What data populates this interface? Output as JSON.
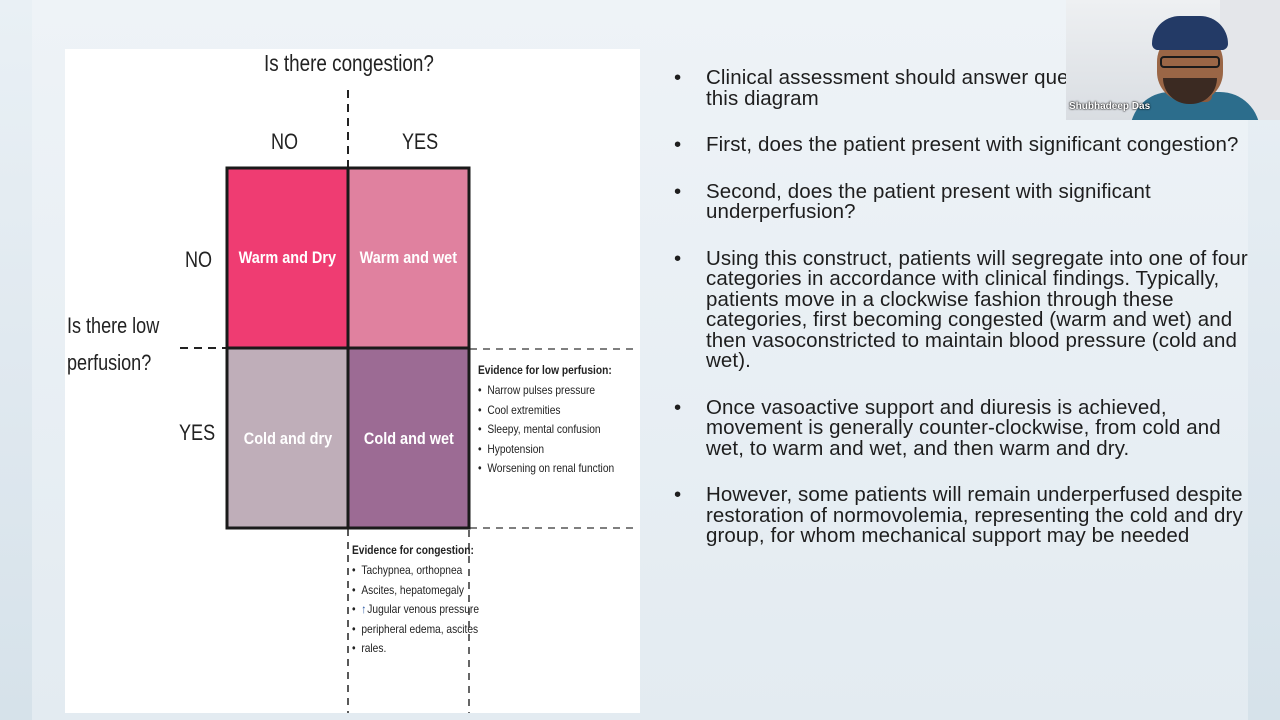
{
  "diagram": {
    "q_congestion": "Is there congestion?",
    "col_no": "NO",
    "col_yes": "YES",
    "row_no": "NO",
    "row_yes": "YES",
    "q_perfusion": "Is there low perfusion?",
    "cells": {
      "warm_dry": "Warm and Dry",
      "warm_wet": "Warm and wet",
      "cold_dry": "Cold and dry",
      "cold_wet": "Cold and wet"
    },
    "colors": {
      "warm_dry": "#ef3c72",
      "warm_wet": "#e0819f",
      "cold_dry": "#bfaeb9",
      "cold_wet": "#9c6b94"
    },
    "evidence_perfusion": {
      "title": "Evidence for low perfusion:",
      "items": [
        "Narrow pulses pressure",
        "Cool extremities",
        "Sleepy, mental confusion",
        "Hypotension",
        "Worsening on renal function"
      ]
    },
    "evidence_congestion": {
      "title": "Evidence for congestion:",
      "items": [
        "Tachypnea, orthopnea",
        "Ascites, hepatomegaly",
        "Jugular venous pressure",
        "peripheral edema, ascites",
        "rales."
      ],
      "up_arrow_icon": "up-arrow-icon"
    }
  },
  "bullets": [
    "Clinical assessment should answer questions suggested by this diagram",
    "First, does the patient present with significant congestion?",
    "Second, does the patient present with significant underperfusion?",
    "Using this construct, patients will segregate into one of four categories in accordance with clinical findings. Typically, patients move in a clockwise fashion through these categories, first becoming congested (warm and wet) and then vasoconstricted to maintain blood pressure (cold and wet).",
    " Once vasoactive support and diuresis is achieved, movement is generally counter-clockwise, from cold and wet, to warm and wet, and then warm and dry.",
    " However, some patients will remain underperfused despite restoration of normovolemia, representing the cold and dry group, for whom mechanical support may be needed"
  ],
  "bullet_glyph": "•",
  "webcam": {
    "participant_name": "Shubhadeep Das"
  }
}
